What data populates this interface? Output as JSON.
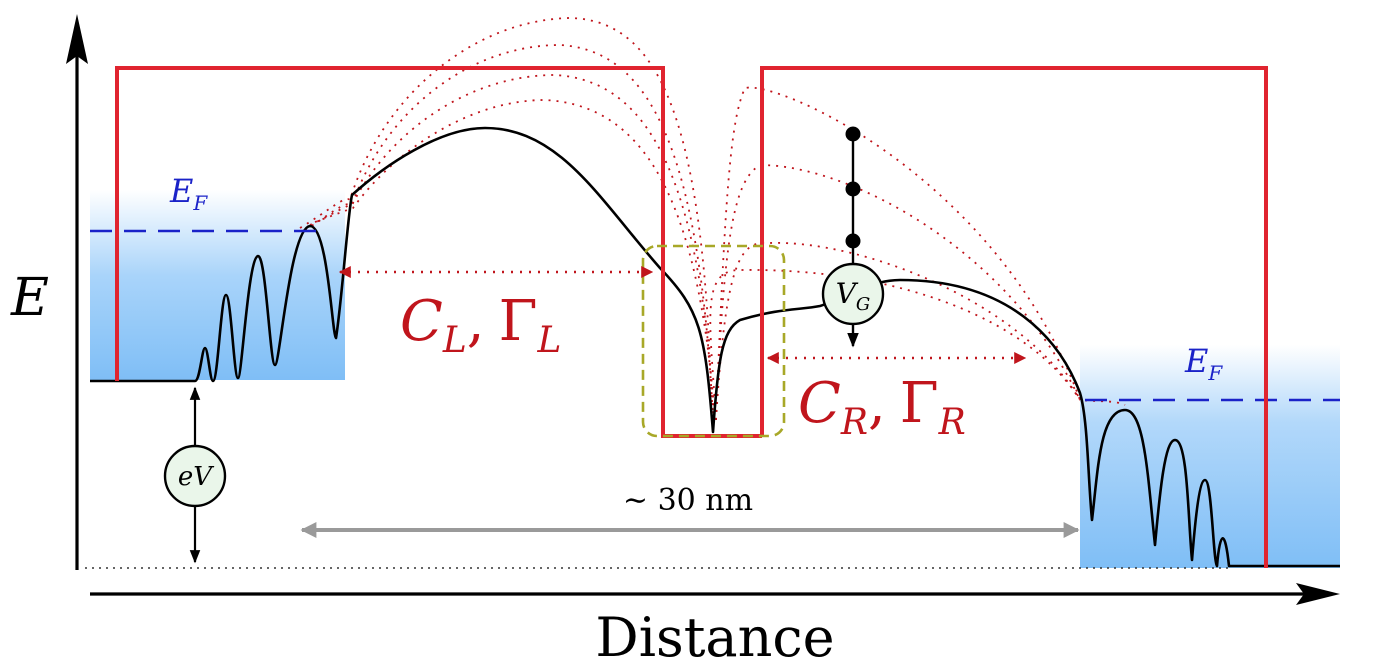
{
  "labels": {
    "energy_axis": "E",
    "distance_axis": "Distance",
    "fermi_symbol": "E",
    "fermi_subscript": "F",
    "left_coupling_c": "C",
    "left_coupling_c_sub": "L",
    "left_coupling_gamma": "Γ",
    "left_coupling_gamma_sub": "L",
    "right_coupling_c": "C",
    "right_coupling_c_sub": "R",
    "right_coupling_gamma": "Γ",
    "right_coupling_gamma_sub": "R",
    "comma": ",",
    "gate_symbol": "V",
    "gate_subscript": "G",
    "bias_label": "eV",
    "scale_label": "∼ 30 nm"
  },
  "colors": {
    "electrode_outline": "#e0242f",
    "coupling": "#c0151c",
    "fermi_line": "#1a22c8",
    "fermi_text": "#1a22c8",
    "lead_fill": "#7fbef6",
    "island_box": "#a8a828",
    "circle_fill": "#eaf6ea",
    "scale_arrow": "#9a9a9a"
  }
}
